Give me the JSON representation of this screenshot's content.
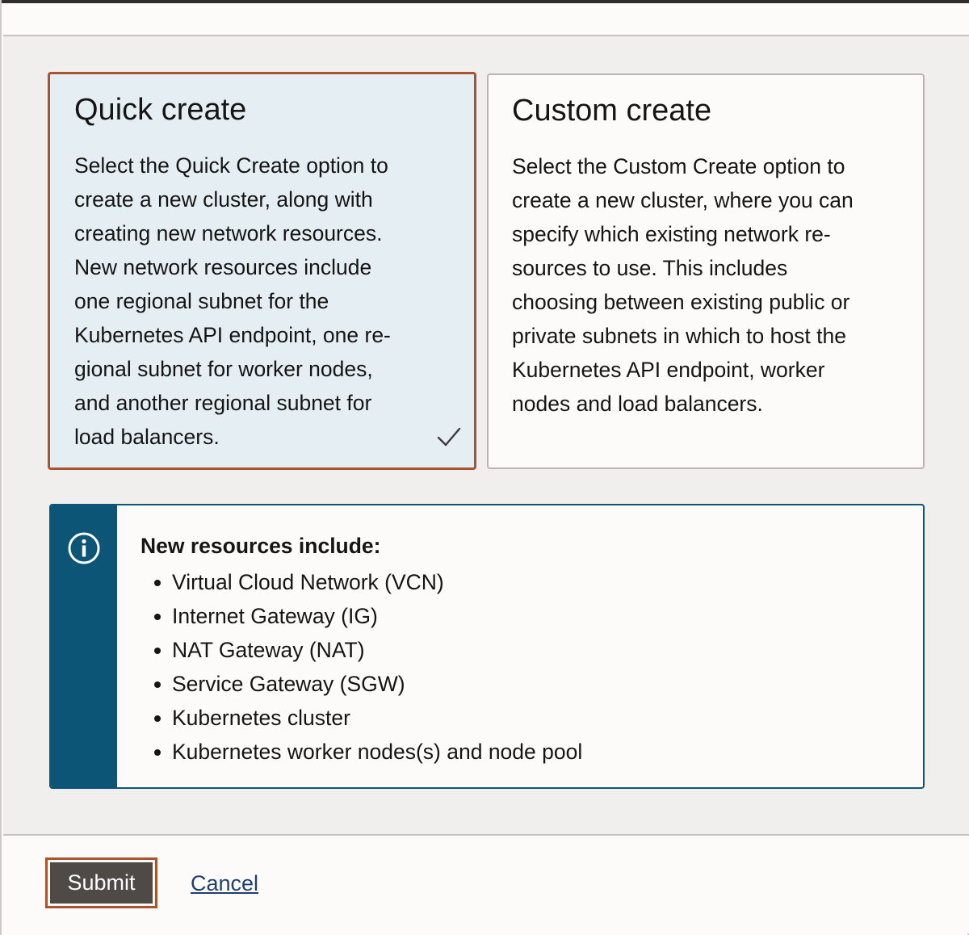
{
  "options": {
    "quick": {
      "title": "Quick create",
      "description": "Select the Quick Create option to\ncreate a new cluster, along with\ncreating new network resources.\nNew network resources include\none regional subnet for the\nKubernetes API endpoint, one re-\ngional subnet for worker nodes,\nand another regional subnet for\nload balancers.",
      "selected": true
    },
    "custom": {
      "title": "Custom create",
      "description": "Select the Custom Create option to\ncreate a new cluster, where you can\nspecify which existing network re-\nsources to use. This includes\nchoosing between existing public or\nprivate subnets in which to host the\nKubernetes API endpoint, worker\nnodes and load balancers.",
      "selected": false
    }
  },
  "info": {
    "heading": "New resources include:",
    "items": [
      "Virtual Cloud Network (VCN)",
      "Internet Gateway (IG)",
      "NAT Gateway (NAT)",
      "Service Gateway (SGW)",
      "Kubernetes cluster",
      "Kubernetes worker nodes(s) and node pool"
    ]
  },
  "footer": {
    "submit_label": "Submit",
    "cancel_label": "Cancel"
  },
  "colors": {
    "selected_border": "#a9532f",
    "selected_background": "#e4eef3",
    "info_accent": "#0d5577",
    "submit_background": "#504a46",
    "link": "#1f3f73"
  }
}
